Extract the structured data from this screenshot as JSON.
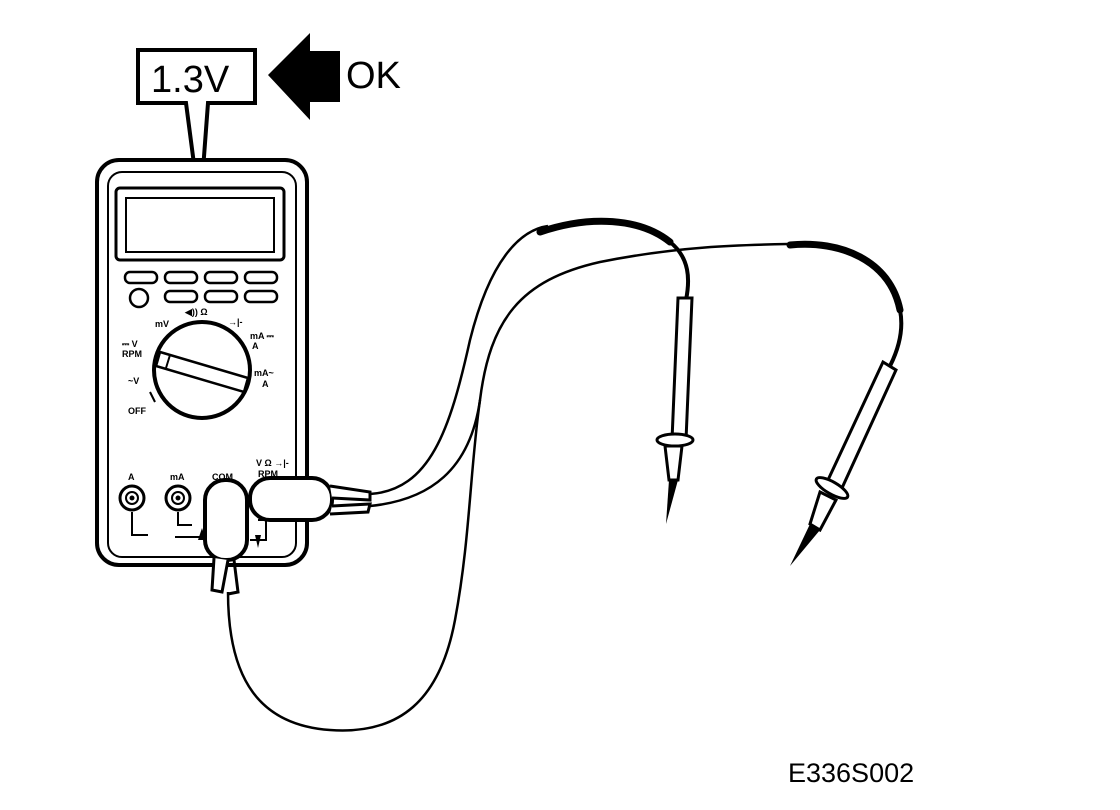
{
  "callout": {
    "reading": "1.3V",
    "status": "OK"
  },
  "dial": {
    "mv": "mV",
    "sound_ohm": "◀)) Ω",
    "diode": "→|-",
    "dc_v": "⎓ V",
    "rpm": "RPM",
    "ac_v": "~V",
    "off": "OFF",
    "ma_dc": "mA ⎓",
    "a_dc": "A",
    "ma_ac": "mA~",
    "a_ac": "A"
  },
  "jacks": {
    "a": "A",
    "ma": "mA",
    "com": "COM",
    "v_ohm_diode": "V Ω →|-",
    "rpm": "RPM"
  },
  "figure_code": "E336S002",
  "colors": {
    "ink": "#000000",
    "paper": "#ffffff",
    "meter_gray": "#dcdcdc"
  }
}
